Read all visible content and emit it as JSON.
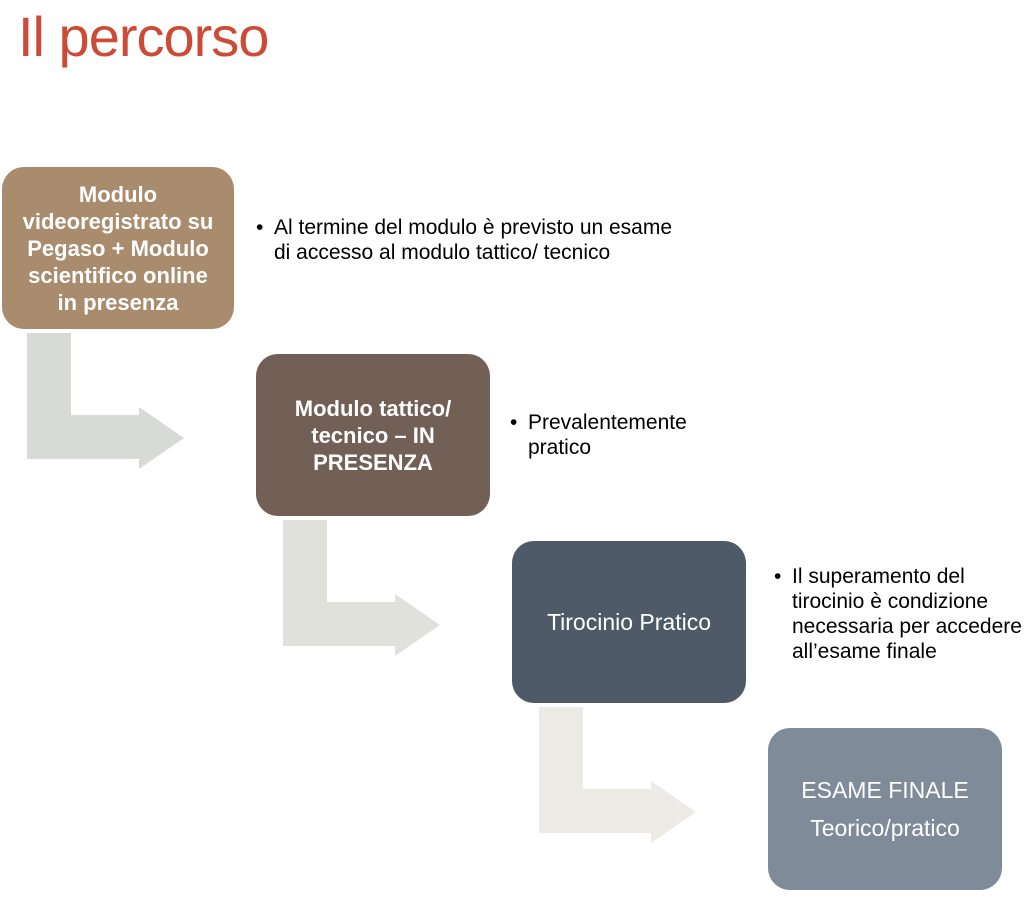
{
  "title": "Il percorso",
  "steps": [
    {
      "lines": [
        "Modulo",
        "videoregistrato su",
        "Pegaso + Modulo",
        "scientifico online",
        "in presenza"
      ],
      "note": "Al termine del modulo è previsto un esame di accesso al modulo tattico/ tecnico",
      "color": "#a98b6d"
    },
    {
      "lines": [
        "Modulo tattico/",
        "tecnico – IN",
        "PRESENZA"
      ],
      "note": "Prevalentemente pratico",
      "color": "#725f55"
    },
    {
      "lines": [
        "Tirocinio Pratico"
      ],
      "note": "Il superamento del tirocinio è condizione necessaria per accedere all’esame finale",
      "color": "#4e5a68"
    },
    {
      "lines": [
        "ESAME FINALE",
        "Teorico/pratico"
      ],
      "color": "#7f8b99"
    }
  ],
  "colors": {
    "title": "#cc4b37",
    "arrows": [
      "#d7dad6",
      "#e1e1dc",
      "#eeeae6"
    ]
  },
  "icons": [
    "bent-arrow-icon"
  ]
}
